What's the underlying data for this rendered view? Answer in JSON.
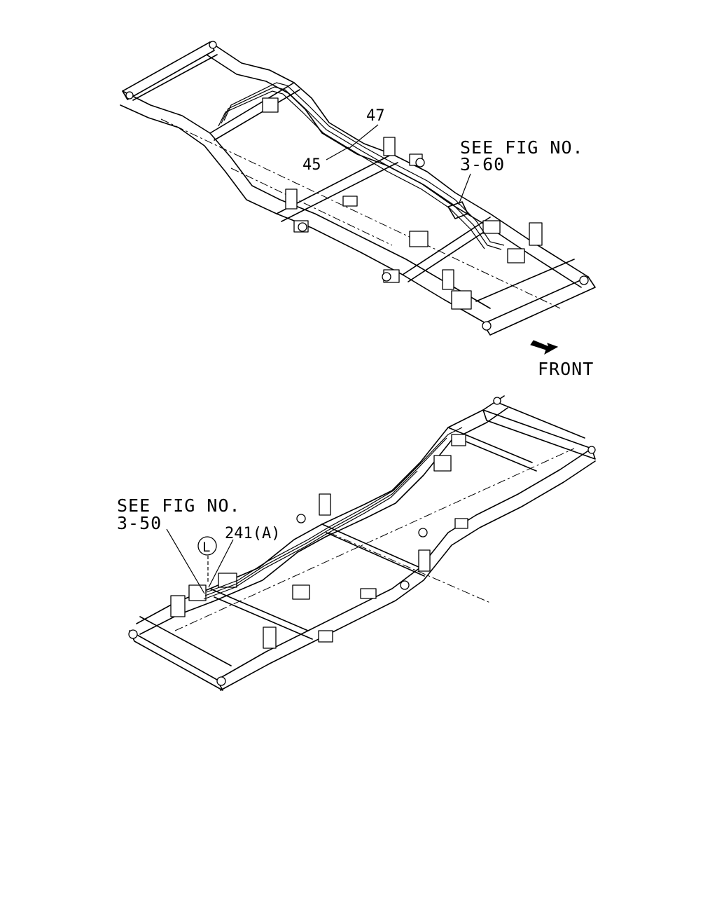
{
  "upper_view": {
    "callouts": [
      "47",
      "45"
    ],
    "see_fig_line1": "SEE FIG NO.",
    "see_fig_line2": "3-60",
    "front_label": "FRONT"
  },
  "lower_view": {
    "see_fig_line1": "SEE FIG NO.",
    "see_fig_line2": "3-50",
    "callout": "241(A)",
    "circle_mark": "L"
  }
}
